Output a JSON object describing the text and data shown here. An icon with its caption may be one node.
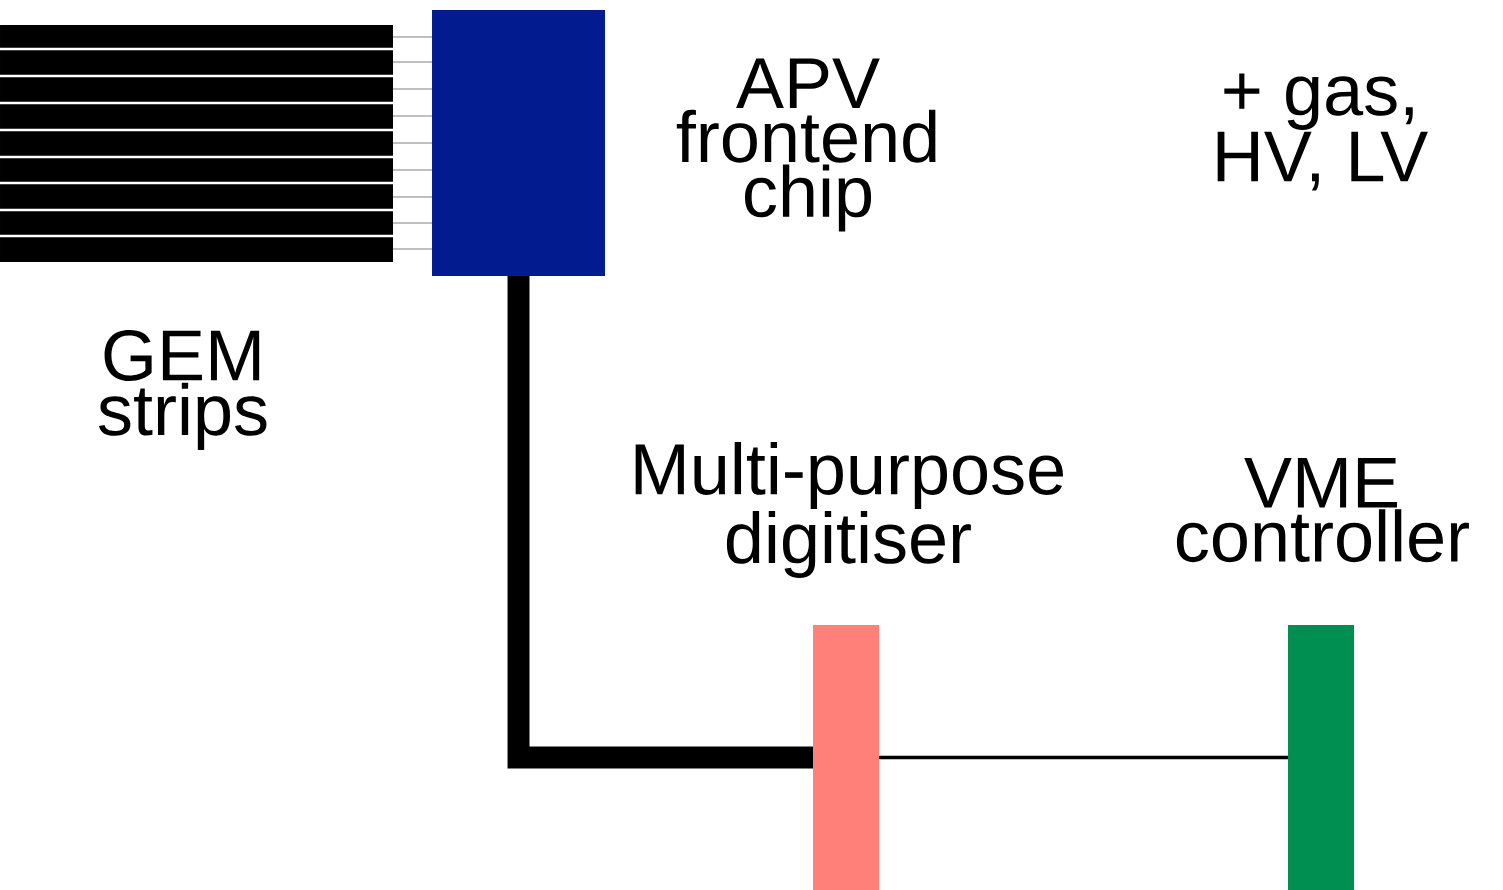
{
  "diagram": {
    "nodes": [
      {
        "text": [
          "GEM strips"
        ]
      },
      {
        "text": [
          "APV frontend chip"
        ]
      },
      {
        "text": [
          "Multi-purpose digitiser"
        ]
      },
      {
        "text": [
          "VME controller"
        ]
      }
    ],
    "edges": [
      {
        "from": 0,
        "to": 1,
        "arrow": "none",
        "color": "#aaaaaa"
      },
      {
        "from": 1,
        "to": 2,
        "arrow": "none",
        "style": "thick"
      },
      {
        "from": 2,
        "to": 3,
        "arrow": "none"
      }
    ],
    "labels": [
      "+ gas, HV, LV"
    ]
  }
}
